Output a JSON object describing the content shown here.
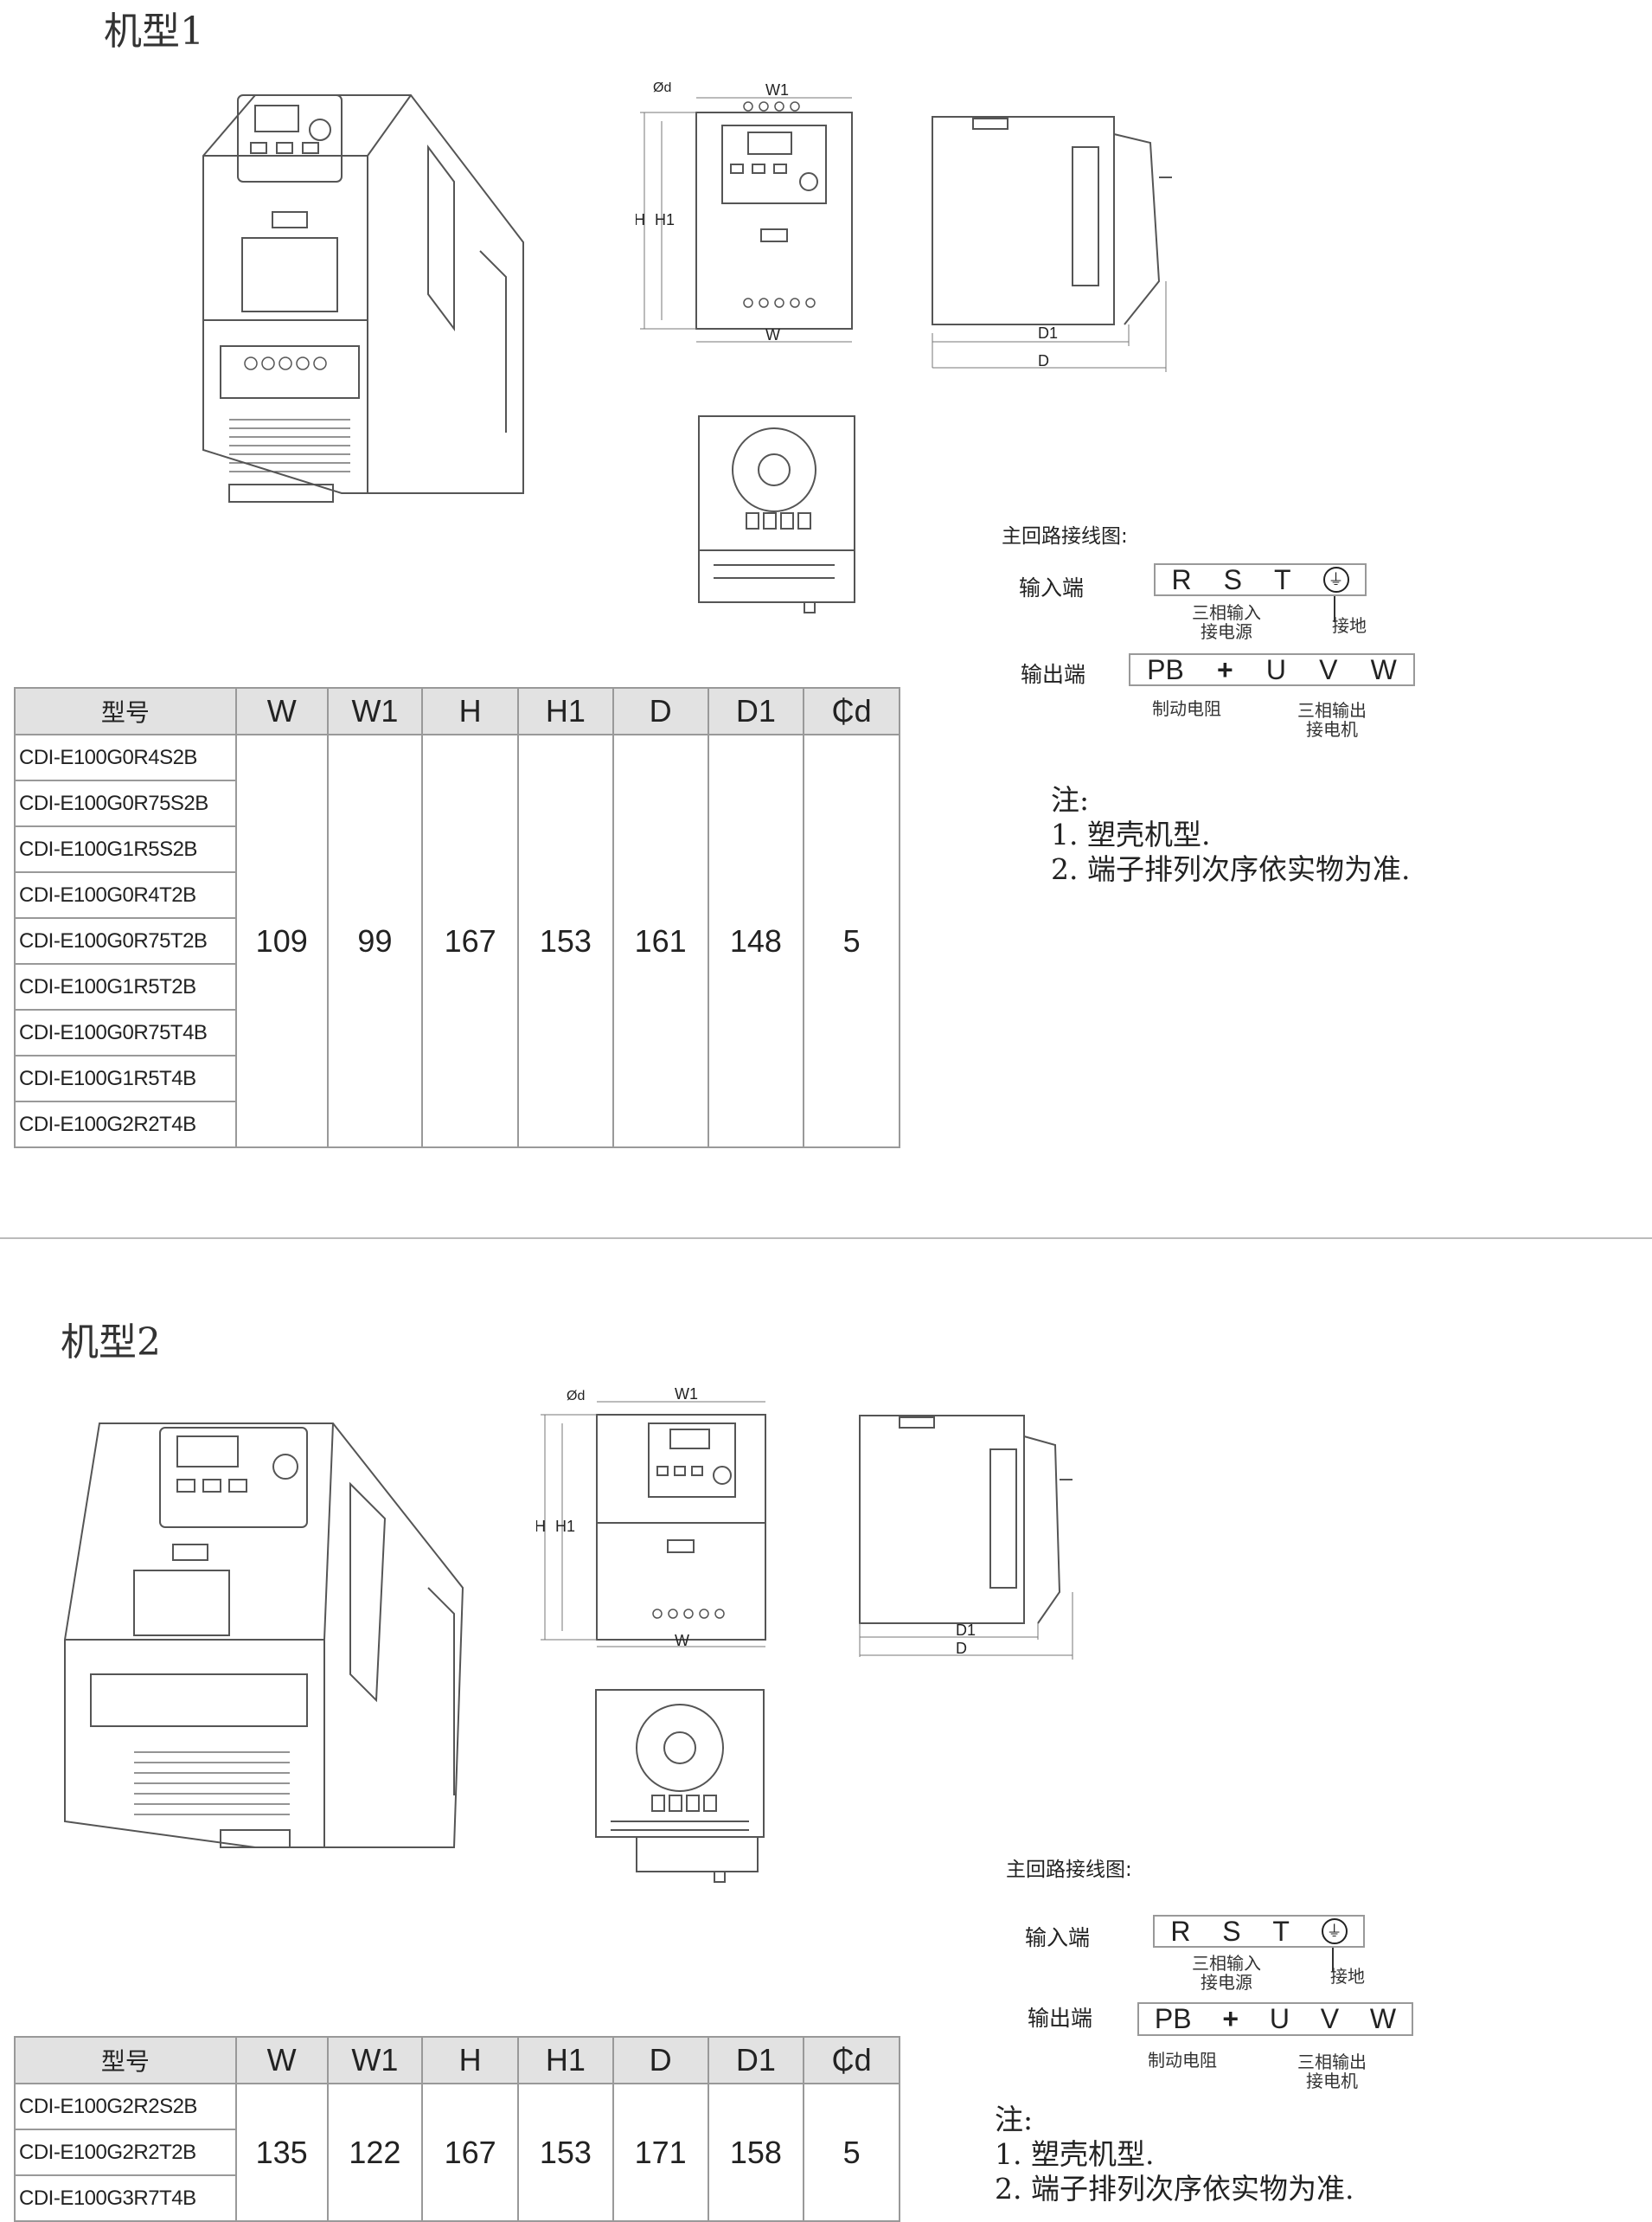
{
  "section1": {
    "title": "机型1",
    "dims": {
      "od": "Ød",
      "w1": "W1",
      "h": "H",
      "h1": "H1",
      "w": "W",
      "d1": "D1",
      "d": "D"
    },
    "table": {
      "headers": [
        "型号",
        "W",
        "W1",
        "H",
        "H1",
        "D",
        "D1",
        "₵d"
      ],
      "models": [
        "CDI-E100G0R4S2B",
        "CDI-E100G0R75S2B",
        "CDI-E100G1R5S2B",
        "CDI-E100G0R4T2B",
        "CDI-E100G0R75T2B",
        "CDI-E100G1R5T2B",
        "CDI-E100G0R75T4B",
        "CDI-E100G1R5T4B",
        "CDI-E100G2R2T4B"
      ],
      "values": [
        "109",
        "99",
        "167",
        "153",
        "161",
        "148",
        "5"
      ]
    },
    "wiring": {
      "title": "主回路接线图:",
      "input_label": "输入端",
      "input_terminals": [
        "R",
        "S",
        "T"
      ],
      "input_note_line1": "三相输入",
      "input_note_line2": "接电源",
      "ground_note": "接地",
      "output_label": "输出端",
      "output_terminals": [
        "PB",
        "+",
        "U",
        "V",
        "W"
      ],
      "brake_note": "制动电阻",
      "output_note_line1": "三相输出",
      "output_note_line2": "接电机"
    },
    "notes": {
      "heading": "注:",
      "items": [
        "1. 塑壳机型.",
        "2. 端子排列次序依实物为准."
      ]
    }
  },
  "section2": {
    "title": "机型2",
    "dims": {
      "od": "Ød",
      "w1": "W1",
      "h": "H",
      "h1": "H1",
      "w": "W",
      "d1": "D1",
      "d": "D"
    },
    "table": {
      "headers": [
        "型号",
        "W",
        "W1",
        "H",
        "H1",
        "D",
        "D1",
        "₵d"
      ],
      "models": [
        "CDI-E100G2R2S2B",
        "CDI-E100G2R2T2B",
        "CDI-E100G3R7T4B"
      ],
      "values": [
        "135",
        "122",
        "167",
        "153",
        "171",
        "158",
        "5"
      ]
    },
    "wiring": {
      "title": "主回路接线图:",
      "input_label": "输入端",
      "input_terminals": [
        "R",
        "S",
        "T"
      ],
      "input_note_line1": "三相输入",
      "input_note_line2": "接电源",
      "ground_note": "接地",
      "output_label": "输出端",
      "output_terminals": [
        "PB",
        "+",
        "U",
        "V",
        "W"
      ],
      "brake_note": "制动电阻",
      "output_note_line1": "三相输出",
      "output_note_line2": "接电机"
    },
    "notes": {
      "heading": "注:",
      "items": [
        "1. 塑壳机型.",
        "2. 端子排列次序依实物为准."
      ]
    }
  }
}
